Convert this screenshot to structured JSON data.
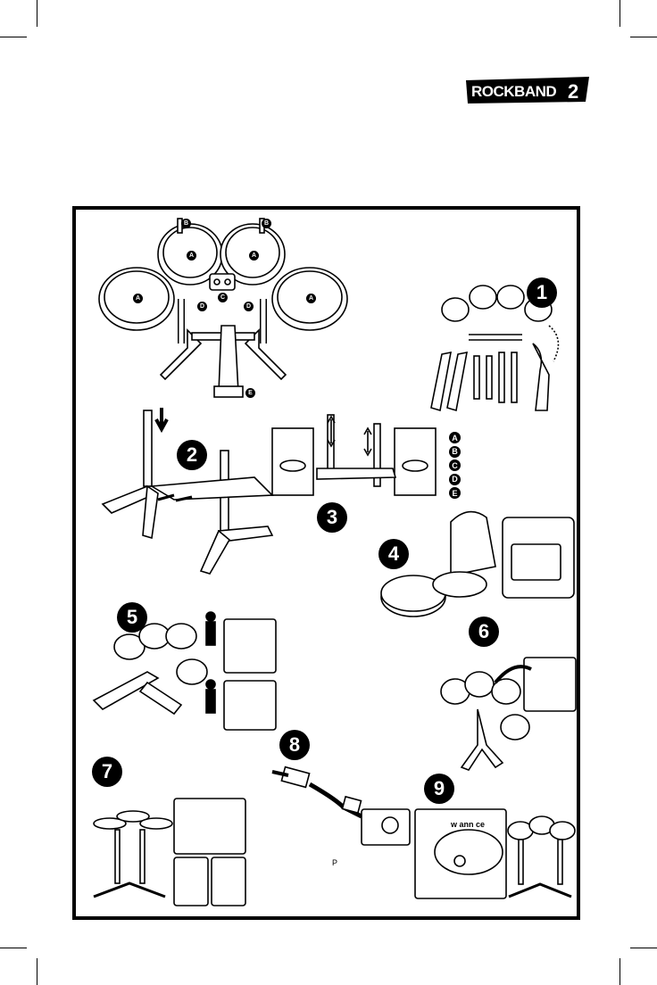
{
  "header": {
    "logo_text": "ROCKBAND 2"
  },
  "legend": [
    "A",
    "B",
    "C",
    "D",
    "E"
  ],
  "steps": [
    "1",
    "2",
    "3",
    "4",
    "5",
    "6",
    "7",
    "8",
    "9"
  ],
  "callouts": {
    "pad": "A",
    "cymbal_mount": "B",
    "controller": "C",
    "tube_joint": "D",
    "pedal": "E"
  },
  "fragments": {
    "step8_mark": "P",
    "step9_text": "w ann ce"
  }
}
